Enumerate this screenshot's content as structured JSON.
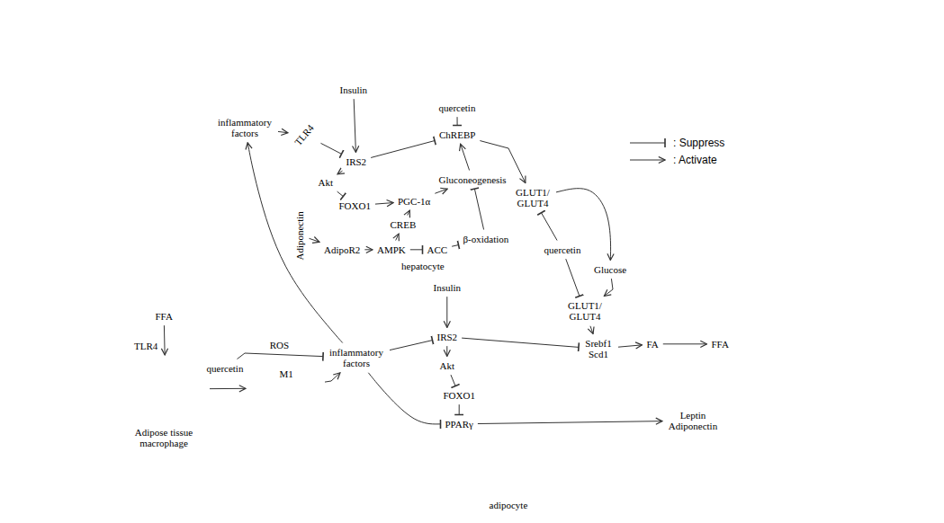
{
  "diagram": {
    "nodes": [
      {
        "text": [
          "inflammatory factors"
        ]
      },
      {
        "text": [
          "Insulin"
        ]
      },
      {
        "text": [
          "TLR4"
        ]
      },
      {
        "text": [
          "hepatocyte"
        ]
      },
      {
        "text": [
          "quercetin"
        ],
        "in": 3
      },
      {
        "text": [
          "ChREBP"
        ],
        "in": 3
      },
      {
        "text": [
          "IRS2"
        ],
        "in": 3
      },
      {
        "text": [
          "Akt"
        ],
        "in": 3
      },
      {
        "text": [
          "Gluconeogenesis"
        ],
        "in": 3
      },
      {
        "text": [
          "FOXO1"
        ],
        "in": 3
      },
      {
        "text": [
          "PGC-1α"
        ],
        "in": 3
      },
      {
        "text": [
          "CREB"
        ],
        "in": 3
      },
      {
        "text": [
          "GLUT1/ GLUT4"
        ],
        "in": 3
      },
      {
        "text": [
          "AdipoR2"
        ],
        "in": 3
      },
      {
        "text": [
          "AMPK"
        ],
        "in": 3
      },
      {
        "text": [
          "ACC"
        ],
        "in": 3
      },
      {
        "text": [
          "β-oxidation"
        ],
        "in": 3
      },
      {
        "text": [
          "Adiponectin"
        ]
      },
      {
        "text": [
          "quercetin"
        ]
      },
      {
        "text": [
          "Glucose"
        ]
      },
      {
        "text": [
          "Insulin"
        ]
      },
      {
        "text": [
          "FFA"
        ]
      },
      {
        "text": [
          "TLR4"
        ]
      },
      {
        "text": [
          "quercetin"
        ]
      },
      {
        "text": [
          "Adipose tissue macrophage"
        ]
      },
      {
        "text": [
          "M1"
        ]
      },
      {
        "text": [
          "inflammatory factors"
        ]
      },
      {
        "text": [
          "adipocyte"
        ]
      },
      {
        "text": [
          "GLUT1/ GLUT4"
        ],
        "in": 27
      },
      {
        "text": [
          "IRS2"
        ],
        "in": 27
      },
      {
        "text": [
          "Srebf1 Scd1"
        ],
        "in": 27
      },
      {
        "text": [
          "FA"
        ],
        "in": 27
      },
      {
        "text": [
          "FFA"
        ],
        "in": 27
      },
      {
        "text": [
          "Akt"
        ],
        "in": 27
      },
      {
        "text": [
          "FOXO1"
        ],
        "in": 27
      },
      {
        "text": [
          "PPARγ"
        ],
        "in": 27
      },
      {
        "text": [
          "Leptin Adiponectin"
        ],
        "in": 27
      }
    ],
    "edges": [
      {
        "from": 0,
        "to": 2,
        "arrow": "to"
      },
      {
        "from": 1,
        "to": 6,
        "arrow": "to"
      },
      {
        "from": 2,
        "to": 6,
        "arrow": "to"
      },
      {
        "from": 6,
        "to": 7,
        "arrow": "to"
      },
      {
        "from": 7,
        "to": 9,
        "arrow": "to"
      },
      {
        "from": 9,
        "to": 10,
        "arrow": "to"
      },
      {
        "from": 11,
        "to": 10,
        "arrow": "to"
      },
      {
        "from": 10,
        "to": 8,
        "arrow": "to"
      },
      {
        "from": 8,
        "to": 5,
        "arrow": "to"
      },
      {
        "from": 6,
        "to": 5,
        "arrow": "to"
      },
      {
        "from": 4,
        "to": 5,
        "arrow": "to"
      },
      {
        "from": 5,
        "to": 12,
        "arrow": "to"
      },
      {
        "from": 17,
        "to": 13,
        "arrow": "to"
      },
      {
        "from": 13,
        "to": 14,
        "arrow": "to"
      },
      {
        "from": 14,
        "to": 15,
        "arrow": "to"
      },
      {
        "from": 15,
        "to": 16,
        "arrow": "to"
      },
      {
        "from": 16,
        "to": 8,
        "arrow": "to"
      },
      {
        "from": 14,
        "to": 11,
        "arrow": "to"
      },
      {
        "from": 12,
        "to": 19,
        "arrow": "to"
      },
      {
        "from": 18,
        "to": 12,
        "arrow": "to"
      },
      {
        "from": 18,
        "to": 28,
        "arrow": "to"
      },
      {
        "from": 19,
        "to": 28,
        "arrow": "to"
      },
      {
        "from": 20,
        "to": 29,
        "arrow": "to"
      },
      {
        "from": 21,
        "to": 24,
        "arrow": "to"
      },
      {
        "from": 24,
        "to": 25,
        "arrow": "to"
      },
      {
        "from": 23,
        "to": 26,
        "label": "ROS",
        "arrow": "to"
      },
      {
        "from": 25,
        "to": 26,
        "arrow": "to"
      },
      {
        "from": 26,
        "to": 0,
        "arrow": "to"
      },
      {
        "from": 26,
        "to": 29,
        "arrow": "to"
      },
      {
        "from": 26,
        "to": 35,
        "arrow": "to"
      },
      {
        "from": 28,
        "to": 30,
        "arrow": "to"
      },
      {
        "from": 29,
        "to": 30,
        "arrow": "to"
      },
      {
        "from": 30,
        "to": 31,
        "arrow": "to"
      },
      {
        "from": 31,
        "to": 32,
        "arrow": "to"
      },
      {
        "from": 29,
        "to": 33,
        "arrow": "to"
      },
      {
        "from": 33,
        "to": 34,
        "arrow": "to"
      },
      {
        "from": 34,
        "to": 35,
        "arrow": "to"
      },
      {
        "from": 35,
        "to": 36,
        "arrow": "to"
      }
    ],
    "legend": [
      {
        "text": ": Suppress"
      },
      {
        "text": ": Activate"
      }
    ]
  }
}
